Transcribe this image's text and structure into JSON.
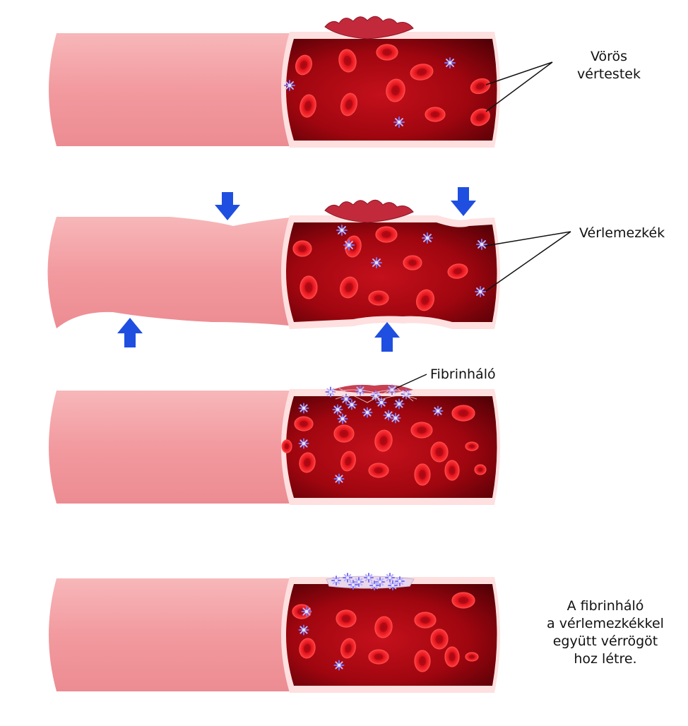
{
  "labels": {
    "red_blood_cells": [
      "Vörös",
      "vértestek"
    ],
    "platelets": "Vérlemezkék",
    "fibrin_net": "Fibrinháló",
    "summary": [
      "A fibrinháló",
      "a vérlemezkékkel",
      "együtt vérrögöt",
      "hoz létre."
    ]
  },
  "colors": {
    "vessel_outer": "#f29a9f",
    "vessel_rim": "#fde0df",
    "blood_dark": "#5e0008",
    "blood_mid": "#b50a16",
    "rbc": "#e0101e",
    "platelet": "#7b72ee",
    "arrow": "#1f4fe0",
    "clot": "#c0283a"
  },
  "stages": [
    {
      "name": "injury",
      "tear": true,
      "platelets_count": 3,
      "fibrin": false,
      "constriction": false
    },
    {
      "name": "vasoconstriction",
      "tear": true,
      "platelets_count": 6,
      "fibrin": false,
      "constriction": true
    },
    {
      "name": "platelet-plug",
      "tear": false,
      "platelets_count": 18,
      "fibrin": true,
      "constriction": false
    },
    {
      "name": "clot",
      "tear": false,
      "platelets_count": 3,
      "fibrin": true,
      "constriction": false
    }
  ]
}
